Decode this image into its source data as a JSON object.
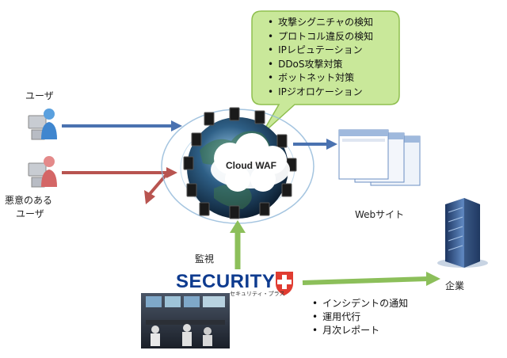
{
  "bubble": {
    "items": [
      "攻撃シグニチャの検知",
      "プロトコル違反の検知",
      "IPレピュテーション",
      "DDoS攻撃対策",
      "ボットネット対策",
      "IPジオロケーション"
    ]
  },
  "labels": {
    "user": "ユーザ",
    "malicious_user_line1": "悪意のある",
    "malicious_user_line2": "ユーザ",
    "cloud_waf": "Cloud WAF",
    "website": "Webサイト",
    "monitor": "監視",
    "enterprise": "企業"
  },
  "logo": {
    "brand": "SECURITY",
    "subtitle": "セキュリティ・プラス"
  },
  "services": {
    "items": [
      "インシデントの通知",
      "運用代行",
      "月次レポート"
    ]
  },
  "colors": {
    "bubble_fill": "#c9e89a",
    "bubble_stroke": "#8fbf4f",
    "blue_arrow": "#4a72b0",
    "red_arrow": "#b85450",
    "green_arrow": "#8cbf5a",
    "logo_blue": "#0e3b8f",
    "logo_red": "#e03c31"
  }
}
